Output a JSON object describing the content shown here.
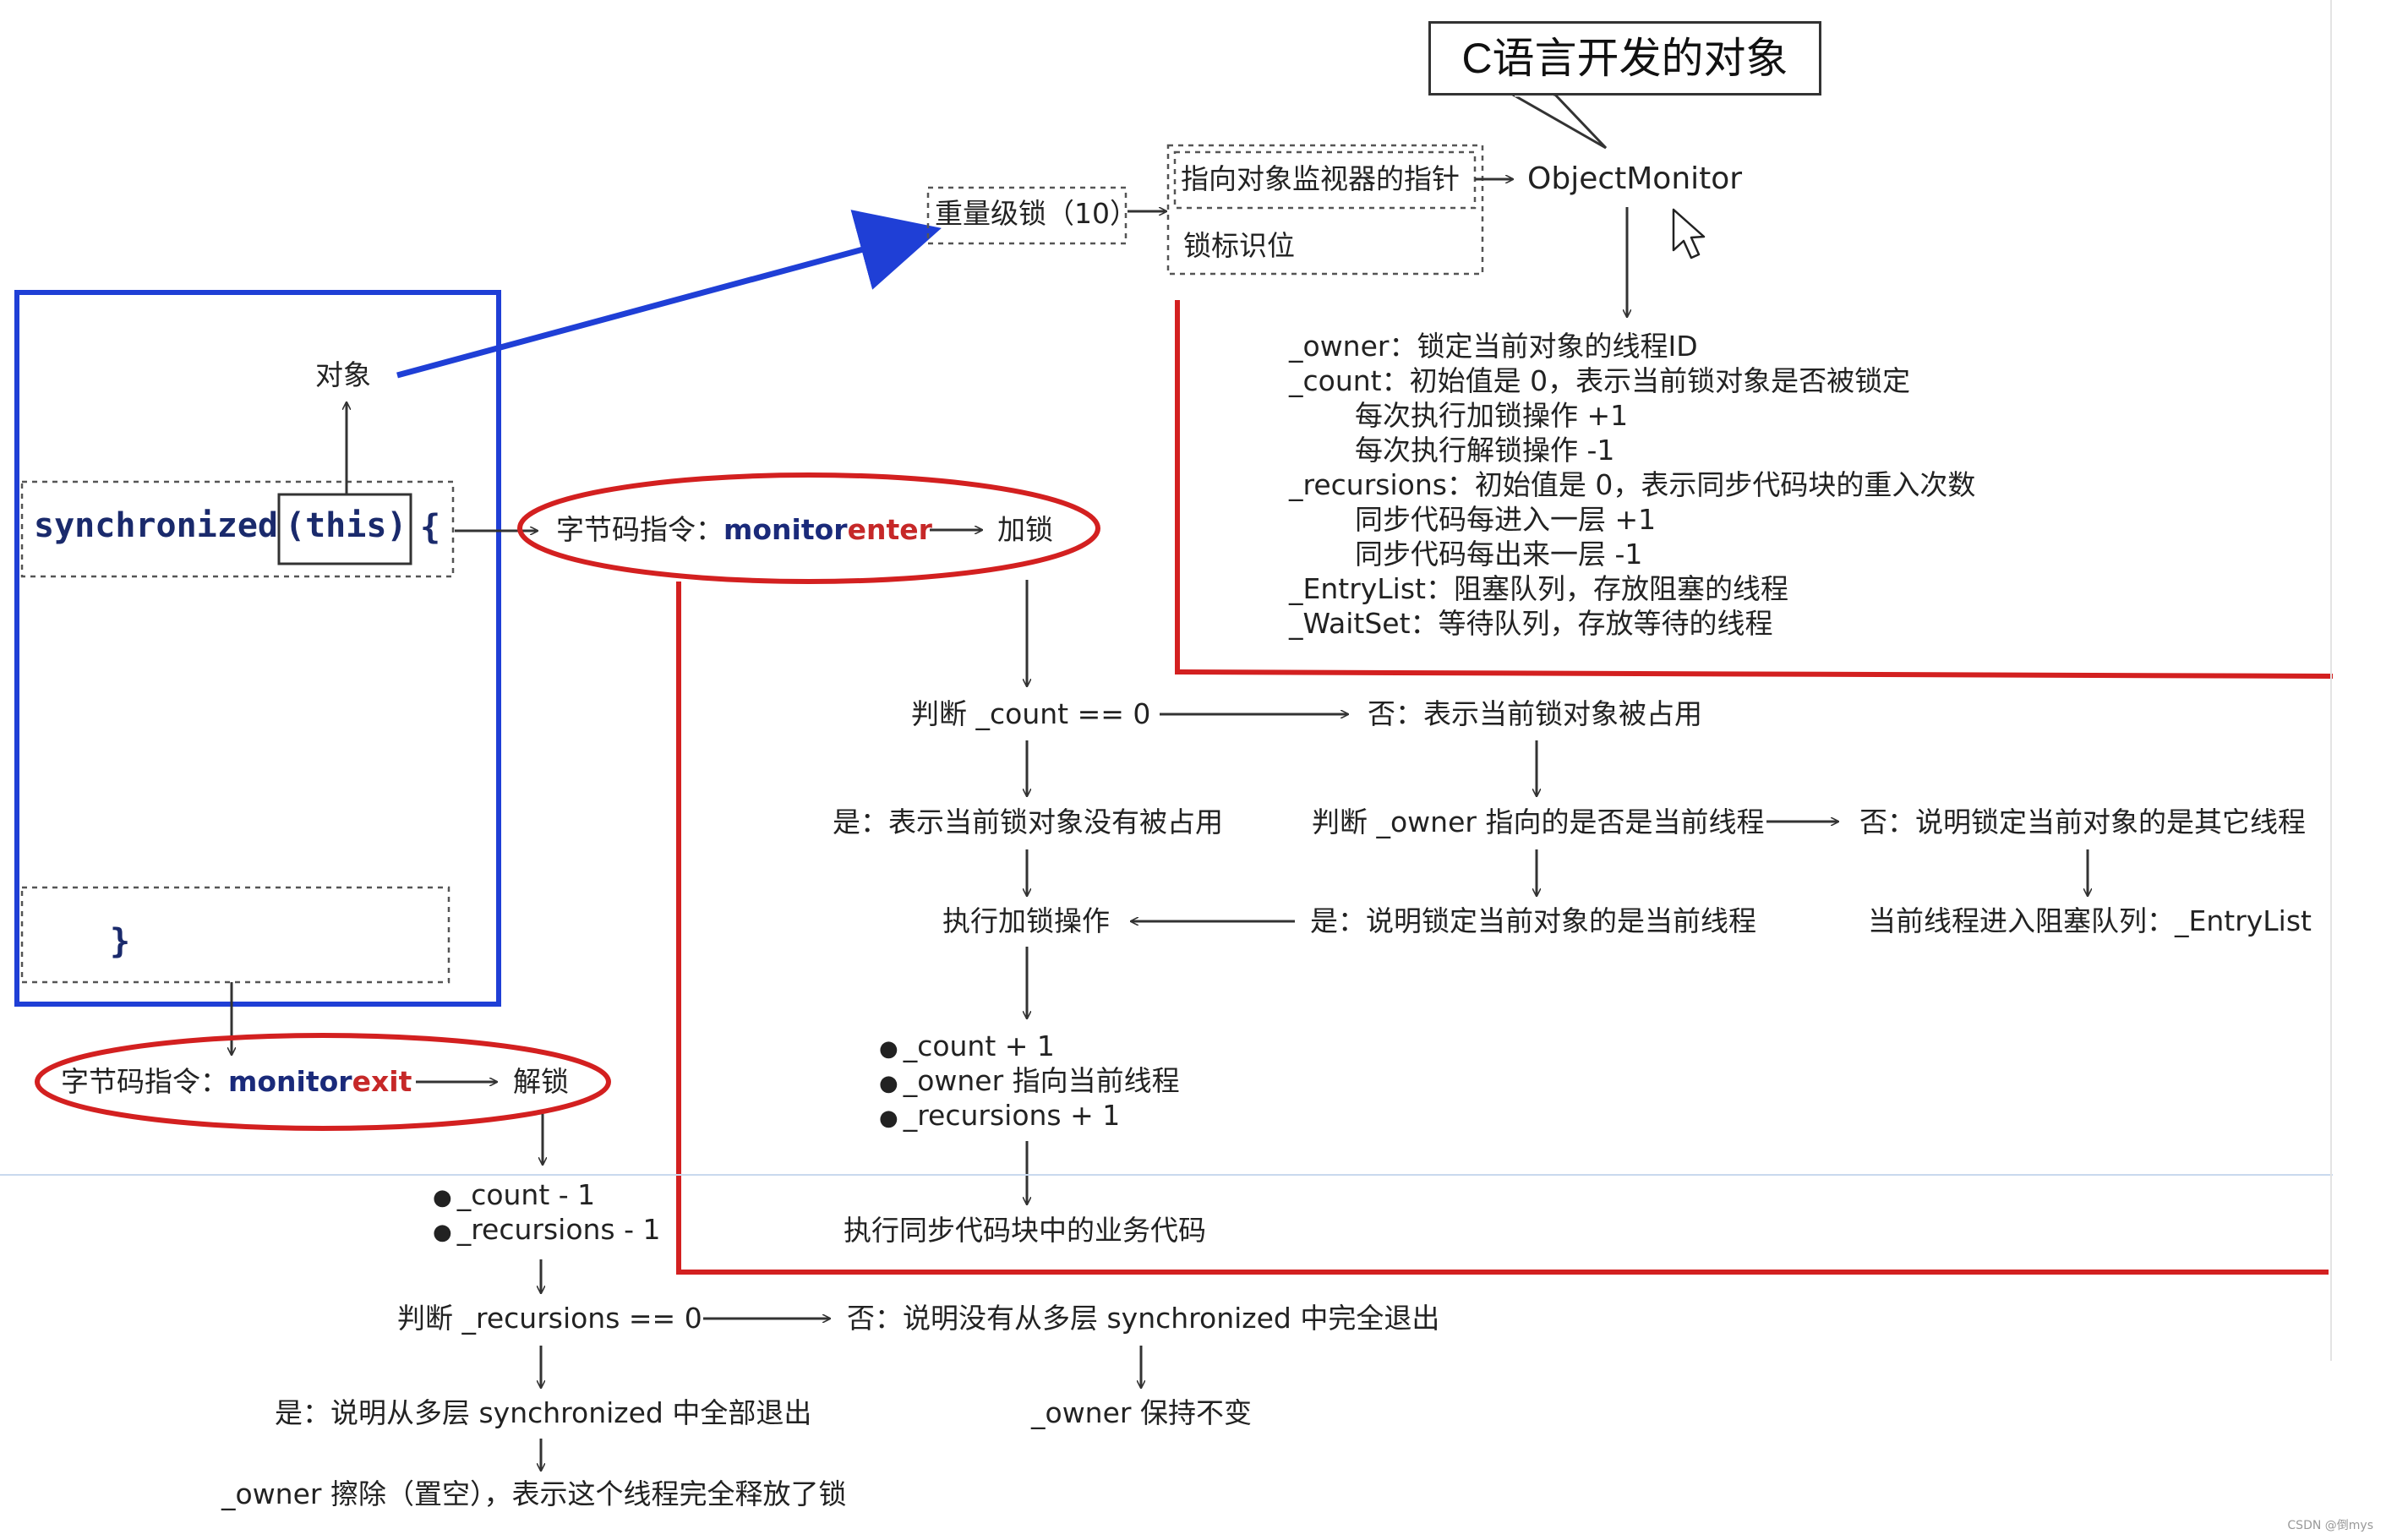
{
  "callout": {
    "text": "C语言开发的对象"
  },
  "heavy_lock": {
    "label": "重量级锁（10）"
  },
  "mark_word": {
    "pointer_label": "指向对象监视器的指针",
    "flag_label": "锁标识位"
  },
  "object_monitor": {
    "label": "ObjectMonitor"
  },
  "object_label": "对象",
  "code": {
    "keyword": "synchronized",
    "arg": "(this)",
    "open_brace": "{",
    "close_brace": "}"
  },
  "monitor_fields": [
    {
      "text": "_owner：锁定当前对象的线程ID",
      "indent": false
    },
    {
      "text": "_count：初始值是 0，表示当前锁对象是否被锁定",
      "indent": false
    },
    {
      "text": "每次执行加锁操作 +1",
      "indent": true
    },
    {
      "text": "每次执行解锁操作  -1",
      "indent": true
    },
    {
      "text": "_recursions：初始值是 0，表示同步代码块的重入次数",
      "indent": false
    },
    {
      "text": "同步代码每进入一层 +1",
      "indent": true
    },
    {
      "text": "同步代码每出来一层 -1",
      "indent": true
    },
    {
      "text": "_EntryList：阻塞队列，存放阻塞的线程",
      "indent": false
    },
    {
      "text": "_WaitSet：等待队列，存放等待的线程",
      "indent": false
    }
  ],
  "enter": {
    "prefix": "字节码指令：",
    "kw_a": "monitor",
    "kw_b": "enter",
    "result": "加锁",
    "check_count": "判断 _count == 0",
    "count_no": "否：表示当前锁对象被占用",
    "count_yes": "是：表示当前锁对象没有被占用",
    "check_owner": "判断 _owner 指向的是否是当前线程",
    "owner_no": "否：说明锁定当前对象的是其它线程",
    "owner_yes": "是：说明锁定当前对象的是当前线程",
    "enter_queue": "当前线程进入阻塞队列：_EntryList",
    "do_lock": "执行加锁操作",
    "bullets": [
      "_count + 1",
      "_owner 指向当前线程",
      "_recursions + 1"
    ],
    "run_code": "执行同步代码块中的业务代码"
  },
  "exit": {
    "prefix": "字节码指令：",
    "kw_a": "monitor",
    "kw_b": "exit",
    "result": "解锁",
    "bullets": [
      "_count - 1",
      "_recursions - 1"
    ],
    "check_rec": "判断 _recursions == 0",
    "rec_no": "否：说明没有从多层 synchronized 中完全退出",
    "owner_keep": "_owner 保持不变",
    "rec_yes": "是：说明从多层 synchronized 中全部退出",
    "owner_clear": "_owner 擦除（置空），表示这个线程完全释放了锁"
  },
  "watermark": "CSDN @倒mys",
  "colors": {
    "blue": "#1f3fd6",
    "red": "#d32020",
    "dark": "#333333"
  }
}
